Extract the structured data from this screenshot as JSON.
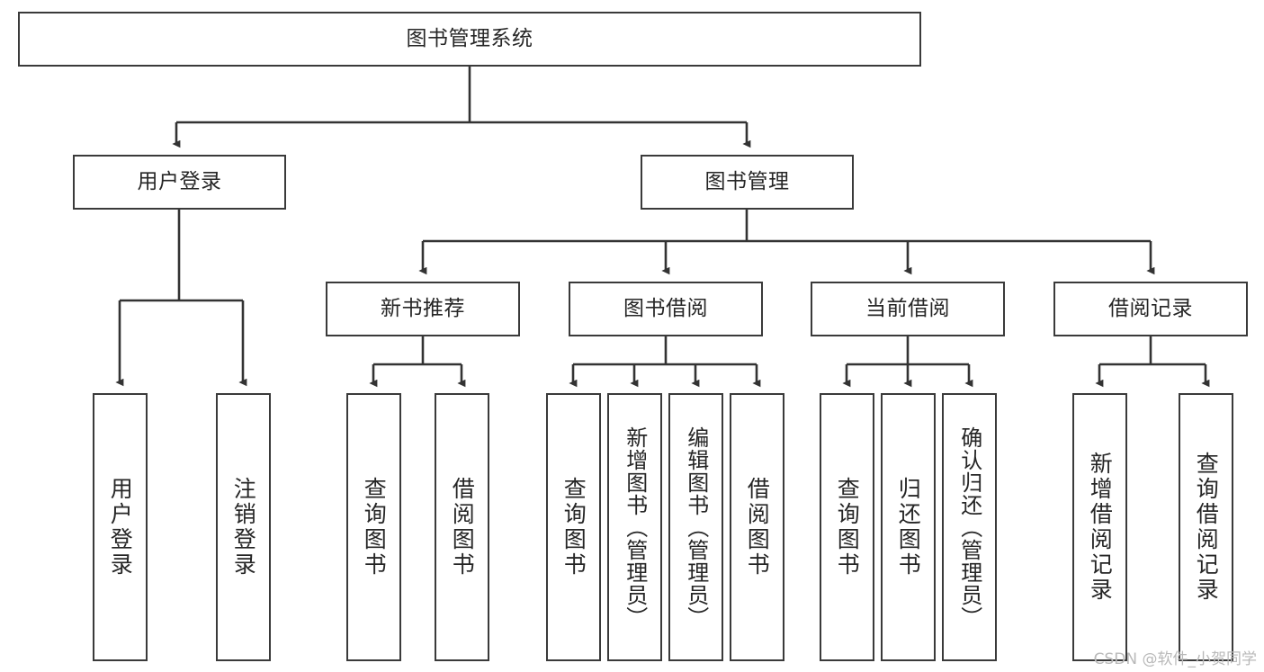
{
  "diagram": {
    "title": "图书管理系统",
    "type": "tree",
    "watermark": "CSDN @软件_小贺同学",
    "colors": {
      "box_border": "#3a3a3a",
      "box_fill": "#ffffff",
      "edge": "#333333",
      "text": "#262626",
      "watermark": "#b9b9b9",
      "background": "#ffffff"
    },
    "root": {
      "label": "图书管理系统"
    },
    "level2": [
      {
        "label": "用户登录"
      },
      {
        "label": "图书管理"
      }
    ],
    "level3": [
      {
        "label": "新书推荐"
      },
      {
        "label": "图书借阅"
      },
      {
        "label": "当前借阅"
      },
      {
        "label": "借阅记录"
      }
    ],
    "leaves": {
      "user_login": [
        {
          "label": "用户登录"
        },
        {
          "label": "注销登录"
        }
      ],
      "new_book_recommend": [
        {
          "label": "查询图书"
        },
        {
          "label": "借阅图书"
        }
      ],
      "book_borrow": [
        {
          "label": "查询图书"
        },
        {
          "label": "新增图书（管理员）"
        },
        {
          "label": "编辑图书（管理员）"
        },
        {
          "label": "借阅图书"
        }
      ],
      "current_borrow": [
        {
          "label": "查询图书"
        },
        {
          "label": "归还图书"
        },
        {
          "label": "确认归还（管理员）"
        }
      ],
      "borrow_record": [
        {
          "label": "新增借阅记录"
        },
        {
          "label": "查询借阅记录"
        }
      ]
    }
  }
}
